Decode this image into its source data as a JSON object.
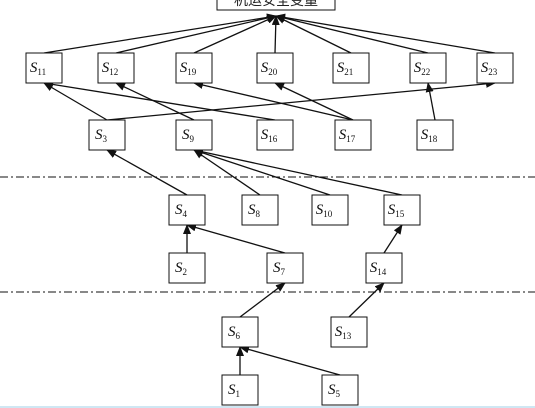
{
  "top_node": {
    "label": "机运安全变量"
  },
  "nodes": [
    {
      "id": "S11",
      "letter": "S",
      "sub": "11"
    },
    {
      "id": "S12",
      "letter": "S",
      "sub": "12"
    },
    {
      "id": "S19",
      "letter": "S",
      "sub": "19"
    },
    {
      "id": "S20",
      "letter": "S",
      "sub": "20"
    },
    {
      "id": "S21",
      "letter": "S",
      "sub": "21"
    },
    {
      "id": "S22",
      "letter": "S",
      "sub": "22"
    },
    {
      "id": "S23",
      "letter": "S",
      "sub": "23"
    },
    {
      "id": "S3",
      "letter": "S",
      "sub": "3"
    },
    {
      "id": "S9",
      "letter": "S",
      "sub": "9"
    },
    {
      "id": "S16",
      "letter": "S",
      "sub": "16"
    },
    {
      "id": "S17",
      "letter": "S",
      "sub": "17"
    },
    {
      "id": "S18",
      "letter": "S",
      "sub": "18"
    },
    {
      "id": "S4",
      "letter": "S",
      "sub": "4"
    },
    {
      "id": "S8",
      "letter": "S",
      "sub": "8"
    },
    {
      "id": "S10",
      "letter": "S",
      "sub": "10"
    },
    {
      "id": "S15",
      "letter": "S",
      "sub": "15"
    },
    {
      "id": "S2",
      "letter": "S",
      "sub": "2"
    },
    {
      "id": "S7",
      "letter": "S",
      "sub": "7"
    },
    {
      "id": "S14",
      "letter": "S",
      "sub": "14"
    },
    {
      "id": "S6",
      "letter": "S",
      "sub": "6"
    },
    {
      "id": "S13",
      "letter": "S",
      "sub": "13"
    },
    {
      "id": "S1",
      "letter": "S",
      "sub": "1"
    },
    {
      "id": "S5",
      "letter": "S",
      "sub": "5"
    }
  ],
  "edges": [
    [
      "S11",
      "TOP"
    ],
    [
      "S12",
      "TOP"
    ],
    [
      "S19",
      "TOP"
    ],
    [
      "S20",
      "TOP"
    ],
    [
      "S21",
      "TOP"
    ],
    [
      "S22",
      "TOP"
    ],
    [
      "S23",
      "TOP"
    ],
    [
      "S3",
      "S11"
    ],
    [
      "S3",
      "S23"
    ],
    [
      "S9",
      "S12"
    ],
    [
      "S16",
      "S11"
    ],
    [
      "S17",
      "S19"
    ],
    [
      "S17",
      "S20"
    ],
    [
      "S18",
      "S22"
    ],
    [
      "S4",
      "S3"
    ],
    [
      "S8",
      "S9"
    ],
    [
      "S10",
      "S9"
    ],
    [
      "S15",
      "S9"
    ],
    [
      "S2",
      "S4"
    ],
    [
      "S7",
      "S4"
    ],
    [
      "S14",
      "S15"
    ],
    [
      "S6",
      "S7"
    ],
    [
      "S13",
      "S14"
    ],
    [
      "S1",
      "S6"
    ],
    [
      "S5",
      "S6"
    ]
  ]
}
